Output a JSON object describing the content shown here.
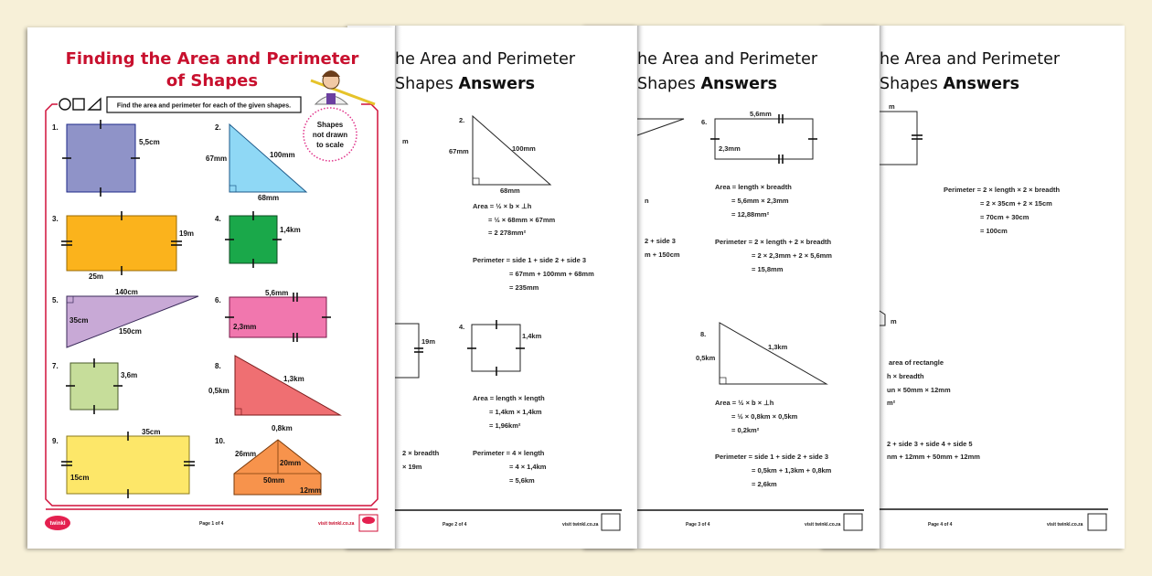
{
  "colors": {
    "background": "#f7f0d8",
    "title_red": "#c8102e",
    "frame_red": "#d0103a",
    "badge_pink": "#e0338a"
  },
  "page1": {
    "title_line1": "Finding the Area and Perimeter",
    "title_line2": "of Shapes",
    "instruction": "Find the area and perimeter for each of the given shapes.",
    "badge": [
      "Shapes",
      "not drawn",
      "to scale"
    ],
    "shapes": [
      {
        "num": "1.",
        "labels": [
          "5,5cm"
        ],
        "color": "#8f93c8"
      },
      {
        "num": "2.",
        "labels": [
          "67mm",
          "100mm",
          "68mm"
        ],
        "color": "#8fd8f5"
      },
      {
        "num": "3.",
        "labels": [
          "19m",
          "25m"
        ],
        "color": "#fbb31c"
      },
      {
        "num": "4.",
        "labels": [
          "1,4km"
        ],
        "color": "#1aa84a"
      },
      {
        "num": "5.",
        "labels": [
          "140cm",
          "35cm",
          "150cm"
        ],
        "color": "#c8a9d6"
      },
      {
        "num": "6.",
        "labels": [
          "5,6mm",
          "2,3mm"
        ],
        "color": "#f177ae"
      },
      {
        "num": "7.",
        "labels": [
          "3,6m"
        ],
        "color": "#c6dd9a"
      },
      {
        "num": "8.",
        "labels": [
          "0,5km",
          "1,3km",
          "0,8km"
        ],
        "color": "#ef6f72"
      },
      {
        "num": "9.",
        "labels": [
          "35cm",
          "15cm"
        ],
        "color": "#fde769"
      },
      {
        "num": "10.",
        "labels": [
          "26mm",
          "20mm",
          "50mm",
          "12mm"
        ],
        "color": "#f7934c"
      }
    ],
    "logo": "twinkl",
    "page_num": "Page 1 of 4",
    "site": "visit twinkl.co.za"
  },
  "answer_title_line1": "he Area and Perimeter",
  "answer_title_line2a": "Shapes ",
  "answer_title_line2b": "Answers",
  "page2": {
    "partial": [
      "m",
      "19m",
      "2 × breadth",
      "× 19m"
    ],
    "s2": {
      "num": "2.",
      "labels": [
        "67mm",
        "100mm",
        "68mm"
      ],
      "area": [
        "Area = ½ × b × ⊥h",
        "= ½ × 68mm × 67mm",
        "= 2 278mm²"
      ],
      "perim": [
        "Perimeter = side 1 + side 2 + side 3",
        "= 67mm + 100mm + 68mm",
        "= 235mm"
      ]
    },
    "s4": {
      "num": "4.",
      "labels": [
        "1,4km"
      ],
      "area": [
        "Area = length × length",
        "= 1,4km × 1,4km",
        "= 1,96km²"
      ],
      "perim": [
        "Perimeter = 4 × length",
        "= 4 × 1,4km",
        "= 5,6km"
      ]
    },
    "page_num": "Page 2 of 4",
    "site": "visit twinkl.co.za"
  },
  "page3": {
    "partial": [
      "n",
      "2  + side 3",
      "m + 150cm"
    ],
    "s6": {
      "num": "6.",
      "labels": [
        "5,6mm",
        "2,3mm"
      ],
      "area": [
        "Area = length × breadth",
        "= 5,6mm × 2,3mm",
        "= 12,88mm²"
      ],
      "perim": [
        "Perimeter = 2 × length + 2 × breadth",
        "= 2 × 2,3mm + 2 × 5,6mm",
        "= 15,8mm"
      ]
    },
    "s8": {
      "num": "8.",
      "labels": [
        "0,5km",
        "1,3km"
      ],
      "area": [
        "Area = ½ × b × ⊥h",
        "= ½ × 0,8km × 0,5km",
        "= 0,2km²"
      ],
      "perim": [
        "Perimeter = side 1 + side 2 + side 3",
        "= 0,5km + 1,3km + 0,8km",
        "= 2,6km"
      ]
    },
    "page_num": "Page 3 of 4",
    "site": "visit twinkl.co.za"
  },
  "page4": {
    "partial": [
      "m",
      "m"
    ],
    "s9_perim": [
      "Perimeter = 2 × length × 2 × breadth",
      "= 2 × 35cm + 2 × 15cm",
      "= 70cm + 30cm",
      "= 100cm"
    ],
    "s10": [
      "area of rectangle",
      "h × breadth",
      "un × 50mm × 12mm",
      "m²",
      "2 + side 3 + side 4 + side 5",
      "nm + 12mm + 50mm + 12mm"
    ],
    "page_num": "Page 4 of 4",
    "site": "visit twinkl.co.za"
  }
}
